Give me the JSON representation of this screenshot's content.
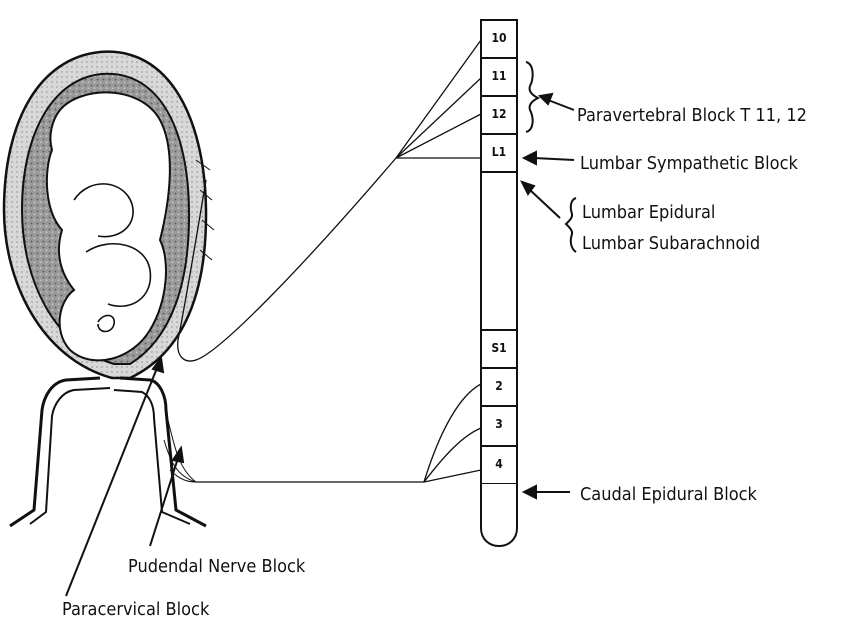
{
  "segments": [
    {
      "id": "t10",
      "label": "10"
    },
    {
      "id": "t11",
      "label": "11"
    },
    {
      "id": "t12",
      "label": "12"
    },
    {
      "id": "l1",
      "label": "L1"
    },
    {
      "id": "lumbar",
      "label": ""
    },
    {
      "id": "s1",
      "label": "S1"
    },
    {
      "id": "s2",
      "label": "2"
    },
    {
      "id": "s3",
      "label": "3"
    },
    {
      "id": "s4",
      "label": "4"
    }
  ],
  "labels": {
    "paravertebral": "Paravertebral Block T 11, 12",
    "lumbar_sympathetic": "Lumbar Sympathetic Block",
    "lumbar_epidural": "Lumbar Epidural",
    "lumbar_subarachnoid": "Lumbar Subarachnoid",
    "caudal_epidural": "Caudal Epidural Block",
    "pudendal": "Pudendal Nerve Block",
    "paracervical": "Paracervical Block"
  }
}
